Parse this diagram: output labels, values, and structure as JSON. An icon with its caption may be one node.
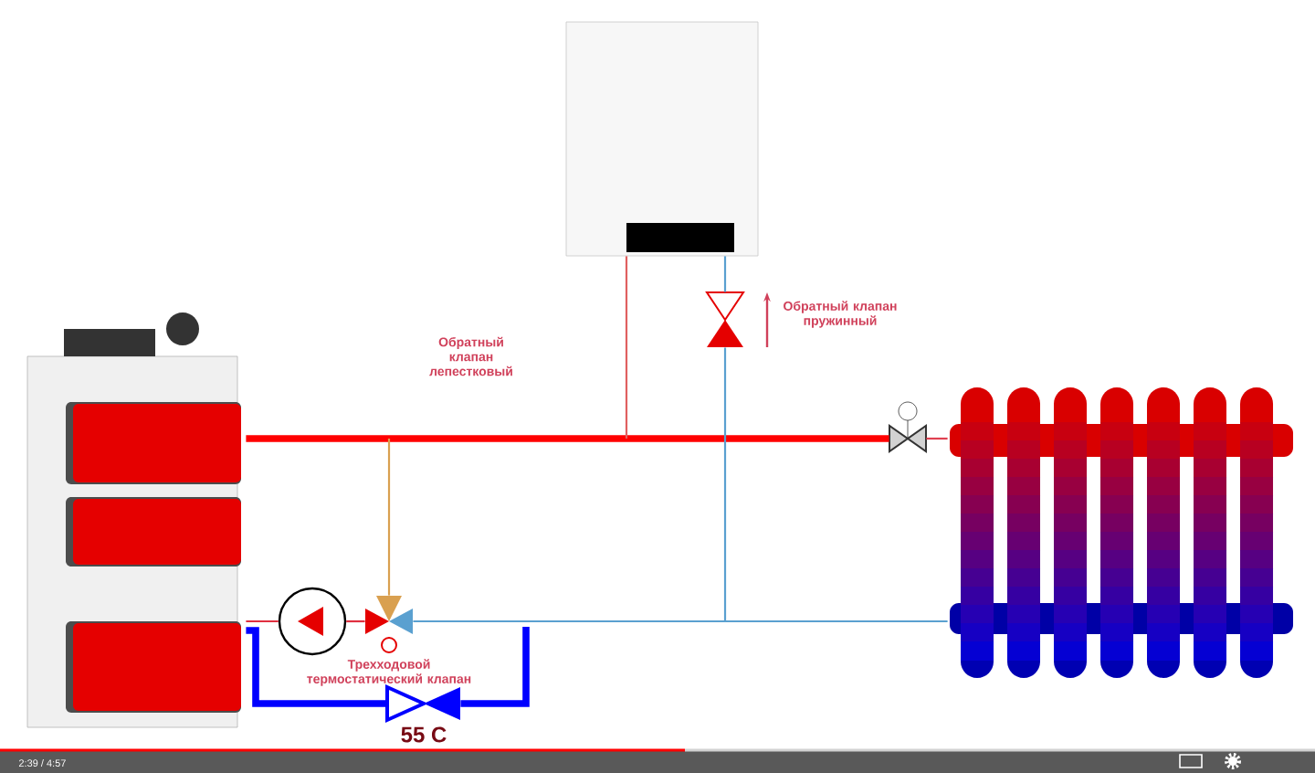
{
  "diagram": {
    "nodes": [
      {
        "text": [],
        "shape": "picture"
      },
      {
        "text": [],
        "shape": "picture"
      },
      {
        "text": [],
        "shape": "picture"
      },
      {
        "text": [],
        "shape": "circle"
      },
      {
        "text": [],
        "shape": "picture",
        "beside": [
          "Трехходовой термостатический клапан"
        ]
      },
      {
        "text": [],
        "shape": "valve"
      },
      {
        "text": [],
        "shape": "valve",
        "beside": [
          "Обратный клапан пружинный"
        ]
      },
      {
        "text": [],
        "shape": "valve"
      }
    ],
    "edges": [
      {
        "from": 0,
        "to": 7,
        "arrow": "none",
        "style": "thick",
        "color": "#ff0000"
      },
      {
        "from": 7,
        "to": 2,
        "arrow": "none",
        "color": "#e04050"
      },
      {
        "from": 1,
        "to": null,
        "arrow": "none",
        "color": "#e06060"
      },
      {
        "from": null,
        "to": 4,
        "arrow": "none",
        "color": "#d9a050"
      },
      {
        "from": 2,
        "to": 4,
        "arrow": "none",
        "color": "#5aa0d0"
      },
      {
        "from": null,
        "to": 6,
        "arrow": "none",
        "color": "#5aa0d0"
      },
      {
        "from": 6,
        "to": 1,
        "arrow": "none",
        "color": "#5aa0d0"
      },
      {
        "from": 4,
        "to": 3,
        "arrow": "none",
        "color": "#e03040"
      },
      {
        "from": 3,
        "to": 0,
        "arrow": "none",
        "color": "#e03040"
      },
      {
        "from": 5,
        "to": 0,
        "arrow": "none",
        "style": "thick",
        "color": "#0000ff"
      },
      {
        "from": 5,
        "to": null,
        "arrow": "none",
        "style": "thick",
        "color": "#0000ff"
      }
    ],
    "labels": [
      "Обратный клапан лепестковый",
      "55 C",
      "2:39 / 4:57"
    ]
  }
}
